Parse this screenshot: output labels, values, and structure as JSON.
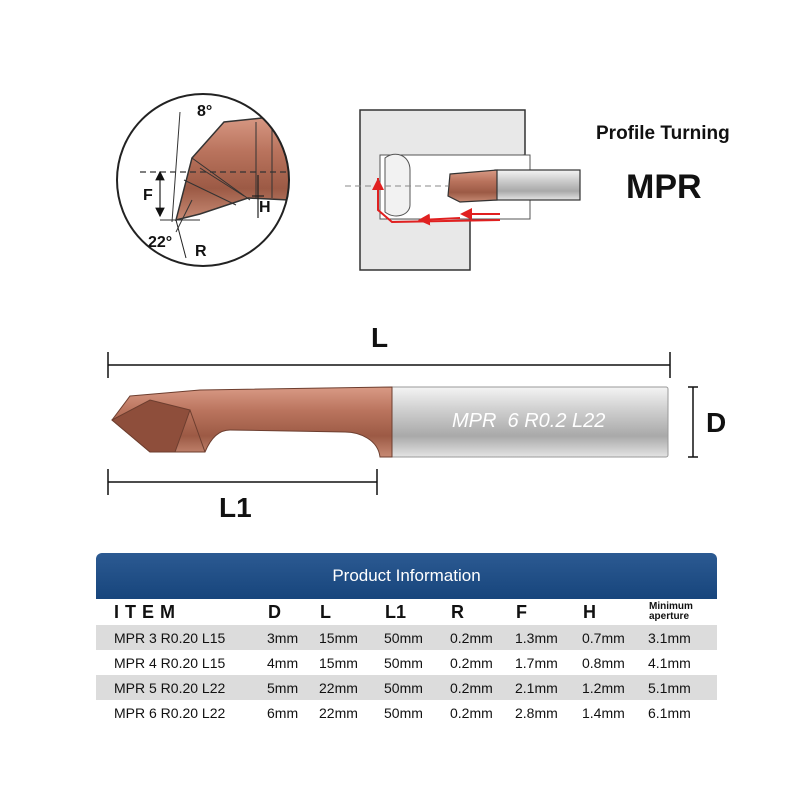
{
  "header": {
    "profile_title": "Profile Turning",
    "code": "MPR"
  },
  "detail_labels": {
    "angle_top": "8°",
    "angle_bottom": "22°",
    "f": "F",
    "h": "H",
    "r": "R"
  },
  "dimension_labels": {
    "length": "L",
    "diameter": "D",
    "cut_length": "L1"
  },
  "tool": {
    "engraving": "MPR  6 R0.2 L22",
    "colors": {
      "coating": "#b5705a",
      "shank": "#d8d8d8",
      "accent_red": "#e02020",
      "table_header": "#1f4e85"
    }
  },
  "table": {
    "title": "Product Information",
    "columns": [
      "ITEM",
      "D",
      "L",
      "L1",
      "R",
      "F",
      "H",
      "Minimum aperture"
    ],
    "rows": [
      [
        "MPR 3 R0.20 L15",
        "3mm",
        "15mm",
        "50mm",
        "0.2mm",
        "1.3mm",
        "0.7mm",
        "3.1mm"
      ],
      [
        "MPR 4 R0.20 L15",
        "4mm",
        "15mm",
        "50mm",
        "0.2mm",
        "1.7mm",
        "0.8mm",
        "4.1mm"
      ],
      [
        "MPR 5 R0.20 L22",
        "5mm",
        "22mm",
        "50mm",
        "0.2mm",
        "2.1mm",
        "1.2mm",
        "5.1mm"
      ],
      [
        "MPR 6 R0.20 L22",
        "6mm",
        "22mm",
        "50mm",
        "0.2mm",
        "2.8mm",
        "1.4mm",
        "6.1mm"
      ]
    ]
  }
}
